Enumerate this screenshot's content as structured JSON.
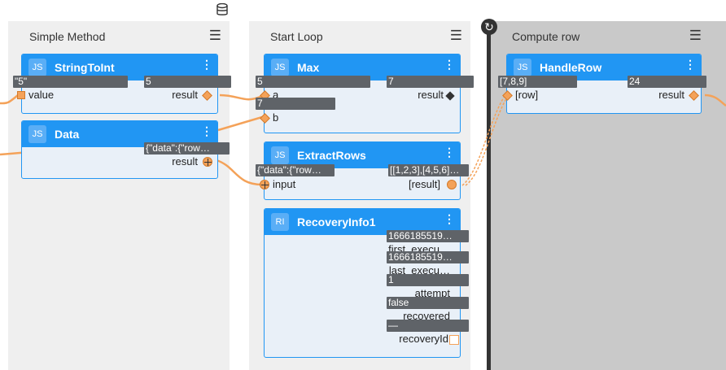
{
  "lanes": {
    "simple_method": "Simple Method",
    "start_loop": "Start Loop",
    "compute_row": "Compute row",
    "menu": "☰"
  },
  "colors": {
    "accent": "#2196f3",
    "wire": "#f4a259",
    "label_bg": "#5f6368"
  },
  "icons": {
    "database": "database-icon",
    "loop": "loop-icon"
  },
  "nodes": {
    "string_to_int": {
      "badge": "JS",
      "title": "StringToInt",
      "menu": "⋮",
      "in_value": "\"5\"",
      "in_port": "value",
      "out_value": "5",
      "out_port": "result"
    },
    "data": {
      "badge": "JS",
      "title": "Data",
      "menu": "⋮",
      "out_value": "{\"data\":{\"row…",
      "out_port": "result"
    },
    "max": {
      "badge": "JS",
      "title": "Max",
      "menu": "⋮",
      "in_a_value": "5",
      "in_a_port": "a",
      "in_b_value": "7",
      "in_b_port": "b",
      "out_value": "7",
      "out_port": "result"
    },
    "extract_rows": {
      "badge": "JS",
      "title": "ExtractRows",
      "menu": "⋮",
      "in_value": "{\"data\":{\"row…",
      "in_port": "input",
      "out_value": "[[1,2,3],[4,5,6]…",
      "out_port": "[result]"
    },
    "recovery_info": {
      "badge": "RI",
      "title": "RecoveryInfo1",
      "menu": "⋮",
      "outputs": [
        {
          "value": "1666185519…",
          "port": "first_execu…"
        },
        {
          "value": "1666185519…",
          "port": "last_execu…"
        },
        {
          "value": "1",
          "port": "attempt"
        },
        {
          "value": "false",
          "port": "recovered"
        },
        {
          "value": "—",
          "port": "recoveryId"
        }
      ]
    },
    "handle_row": {
      "badge": "JS",
      "title": "HandleRow",
      "menu": "⋮",
      "in_value": "[7,8,9]",
      "in_port": "[row]",
      "out_value": "24",
      "out_port": "result"
    }
  }
}
